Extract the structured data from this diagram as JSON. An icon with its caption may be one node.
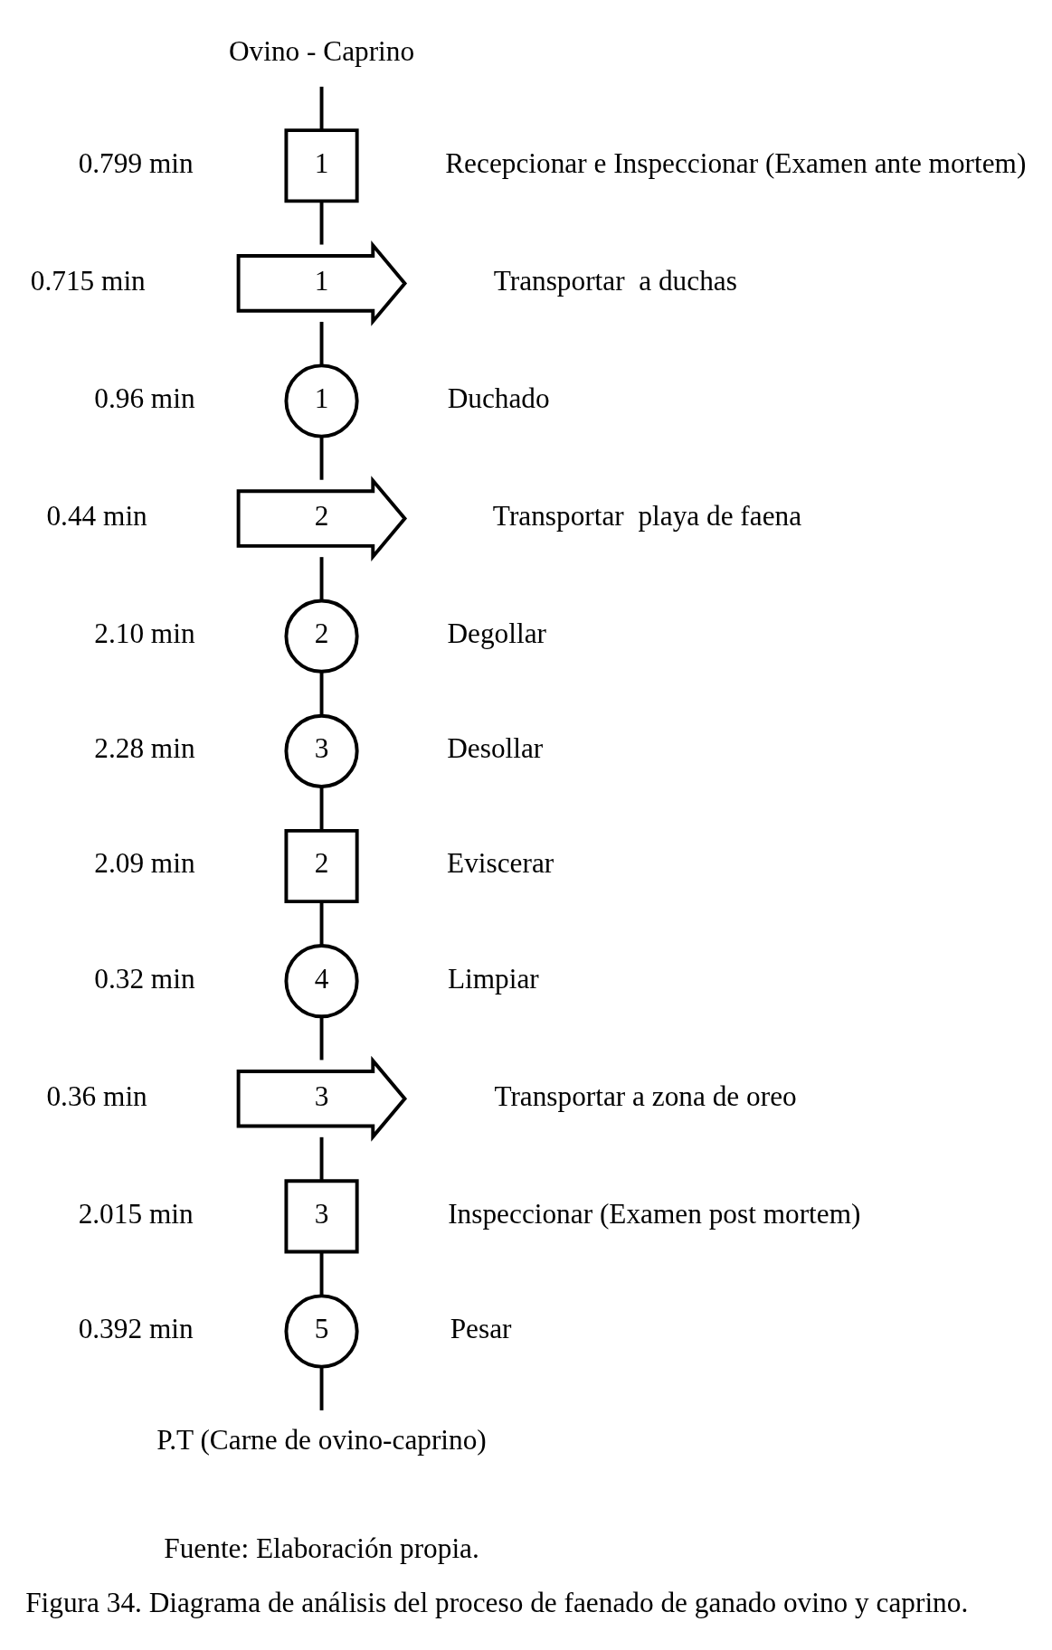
{
  "diagram": {
    "caption": "Figura 34. Diagrama de análisis del proceso de faenado de ganado ovino y caprino.",
    "nodes": [
      {
        "text": [
          "Ovino - Caprino"
        ]
      },
      {
        "text": [
          "1"
        ],
        "beside": [
          "0.799 min",
          "Recepcionar e Inspeccionar (Examen ante mortem)"
        ]
      },
      {
        "text": [
          "1"
        ],
        "beside": [
          "0.715 min",
          "Transportar  a duchas"
        ]
      },
      {
        "text": [
          "1"
        ],
        "beside": [
          "0.96 min",
          "Duchado"
        ]
      },
      {
        "text": [
          "2"
        ],
        "beside": [
          "0.44 min",
          "Transportar  playa de faena"
        ]
      },
      {
        "text": [
          "2"
        ],
        "beside": [
          "2.10 min",
          "Degollar"
        ]
      },
      {
        "text": [
          "3"
        ],
        "beside": [
          "2.28 min",
          "Desollar"
        ]
      },
      {
        "text": [
          "2"
        ],
        "beside": [
          "2.09 min",
          "Eviscerar"
        ]
      },
      {
        "text": [
          "4"
        ],
        "beside": [
          "0.32 min",
          "Limpiar"
        ]
      },
      {
        "text": [
          "3"
        ],
        "beside": [
          "0.36 min",
          "Transportar a zona de oreo"
        ]
      },
      {
        "text": [
          "3"
        ],
        "beside": [
          "2.015 min",
          "Inspeccionar (Examen post mortem)"
        ]
      },
      {
        "text": [
          "5"
        ],
        "beside": [
          "0.392 min",
          "Pesar"
        ]
      },
      {
        "text": [
          "P.T (Carne de ovino-caprino)"
        ]
      }
    ],
    "edges": [
      {
        "from": 0,
        "to": 1,
        "arrow": "none"
      },
      {
        "from": 1,
        "to": 2,
        "arrow": "none"
      },
      {
        "from": 2,
        "to": 3,
        "arrow": "none"
      },
      {
        "from": 3,
        "to": 4,
        "arrow": "none"
      },
      {
        "from": 4,
        "to": 5,
        "arrow": "none"
      },
      {
        "from": 5,
        "to": 6,
        "arrow": "none"
      },
      {
        "from": 6,
        "to": 7,
        "arrow": "none"
      },
      {
        "from": 7,
        "to": 8,
        "arrow": "none"
      },
      {
        "from": 8,
        "to": 9,
        "arrow": "none"
      },
      {
        "from": 9,
        "to": 10,
        "arrow": "none"
      },
      {
        "from": 10,
        "to": 11,
        "arrow": "none"
      },
      {
        "from": 11,
        "to": 12,
        "arrow": "none"
      }
    ],
    "labels": [
      "Fuente: Elaboración propia."
    ]
  }
}
